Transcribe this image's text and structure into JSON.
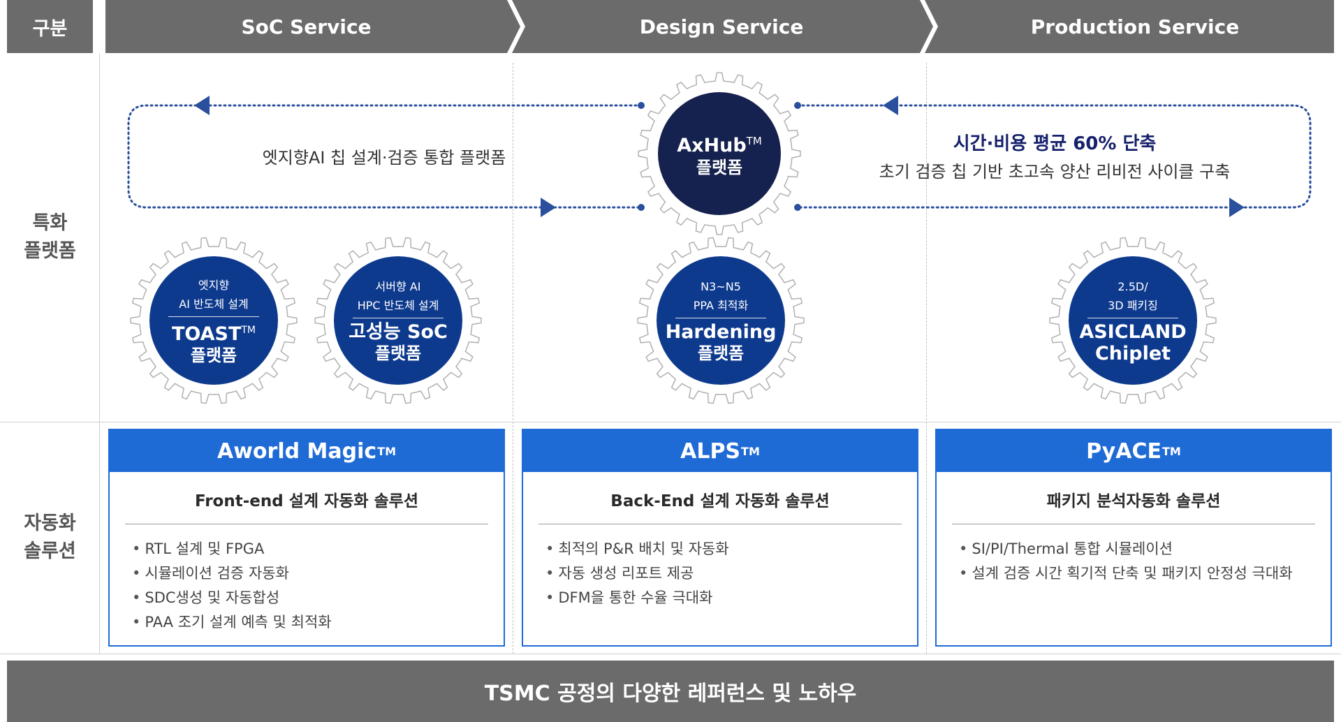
{
  "header": {
    "category_label": "구분",
    "columns": [
      "SoC Service",
      "Design Service",
      "Production Service"
    ]
  },
  "rows": {
    "platform_label_1": "특화",
    "platform_label_2": "플랫폼",
    "solution_label_1": "자동화",
    "solution_label_2": "솔루션"
  },
  "flow": {
    "left_text": "엣지향AI 칩 설계·검증 통합 플랫폼",
    "right_line1": "시간·비용 평균 60% 단축",
    "right_line2": "초기 검증 칩 기반 초고속 양산 리비전 사이클 구축"
  },
  "center_gear": {
    "title": "AxHub",
    "tm": "TM",
    "subtitle": "플랫폼"
  },
  "gears": [
    {
      "sub1": "엣지향",
      "sub2": "AI 반도체 설계",
      "title": "TOAST",
      "tm": "TM",
      "title2": "플랫폼"
    },
    {
      "sub1": "서버향 AI",
      "sub2": "HPC 반도체 설계",
      "title": "고성능 SoC",
      "tm": "",
      "title2": "플랫폼"
    },
    {
      "sub1": "N3~N5",
      "sub2": "PPA 최적화",
      "title": "Hardening",
      "tm": "",
      "title2": "플랫폼"
    },
    {
      "sub1": "2.5D/",
      "sub2": "3D 패키징",
      "title": "ASICLAND",
      "tm": "",
      "title2": "Chiplet"
    }
  ],
  "solutions": [
    {
      "name": "Aworld Magic",
      "tm": "TM",
      "subtitle": "Front-end 설계 자동화 솔루션",
      "items": [
        "RTL 설계 및 FPGA",
        "시뮬레이션 검증 자동화",
        "SDC생성 및 자동합성",
        "PAA 조기 설계 예측 및 최적화"
      ]
    },
    {
      "name": "ALPS",
      "tm": "TM",
      "subtitle": "Back-End 설계 자동화 솔루션",
      "items": [
        "최적의 P&R 배치 및 자동화",
        "자동 생성 리포트 제공",
        "DFM을 통한 수율 극대화"
      ]
    },
    {
      "name": "PyACE",
      "tm": "TM",
      "subtitle": "패키지 분석자동화 솔루션",
      "items": [
        "SI/PI/Thermal 통합 시뮬레이션",
        "설계 검증 시간 획기적 단축 및 패키지 안정성 극대화"
      ]
    }
  ],
  "bottom": {
    "text": "TSMC 공정의 다양한 레퍼런스 및 노하우"
  },
  "colors": {
    "header_gray": "#6b6b6b",
    "gear_blue": "#0e3a8e",
    "gear_navy": "#15214e",
    "solution_blue": "#1f6bd6",
    "flow_accent": "#16206b",
    "arrow_blue": "#2a4f9c"
  }
}
